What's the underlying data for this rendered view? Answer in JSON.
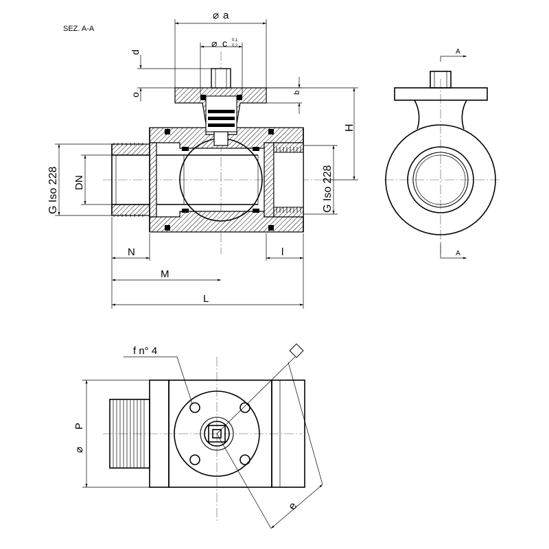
{
  "section_title": "SEZ. A-A",
  "labels": {
    "dia_a": "a",
    "dia_c": "c",
    "tol_c_upper": "0,1",
    "tol_c_lower": "0,2",
    "d": "d",
    "o": "o",
    "b": "b",
    "H": "H",
    "DN": "DN",
    "N": "N",
    "M": "M",
    "L": "L",
    "l": "l",
    "thread_left": "G Iso 228",
    "thread_right": "G Iso 228",
    "section_A_top": "A",
    "section_A_bottom": "A",
    "f_n4": "f n° 4",
    "P": "P",
    "e": "e"
  },
  "symbols": {
    "diameter": "⌀",
    "square": "square-icon"
  }
}
